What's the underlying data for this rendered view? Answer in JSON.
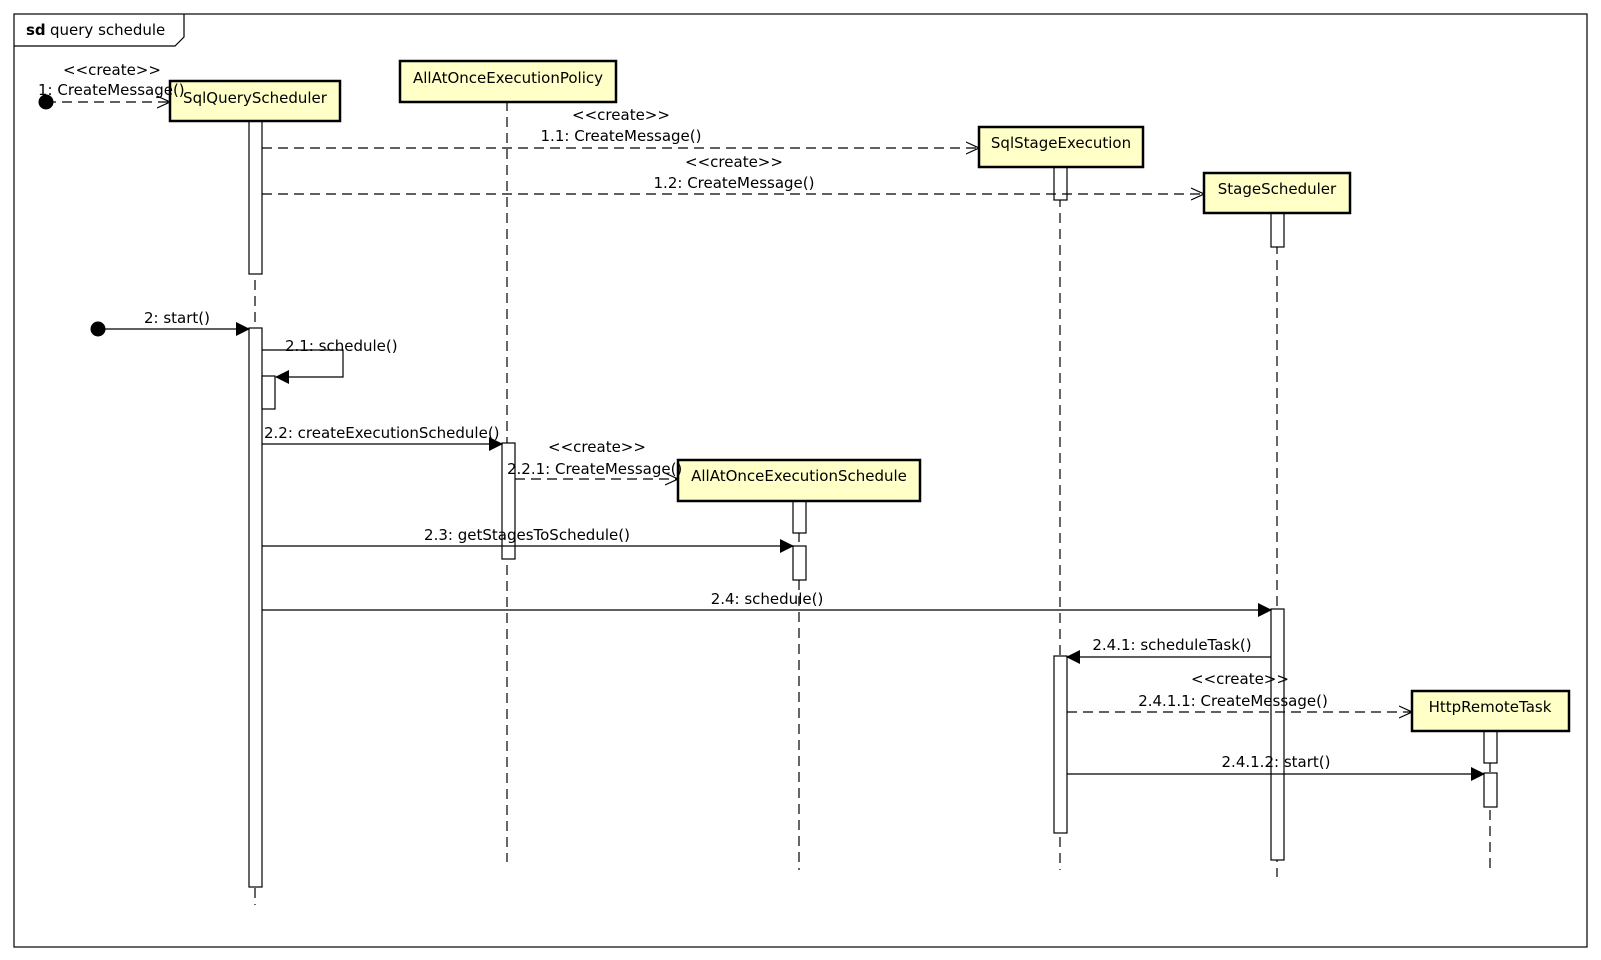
{
  "frame": {
    "keyword": "sd",
    "name": "query schedule"
  },
  "colors": {
    "object_fill": "#ffffc8",
    "stroke": "#000000",
    "activation_fill": "#ffffff"
  },
  "lifelines": [
    {
      "id": "sqs",
      "label": "SqlQueryScheduler"
    },
    {
      "id": "policy",
      "label": "AllAtOnceExecutionPolicy"
    },
    {
      "id": "sse",
      "label": "SqlStageExecution"
    },
    {
      "id": "ss",
      "label": "StageScheduler"
    },
    {
      "id": "sched",
      "label": "AllAtOnceExecutionSchedule"
    },
    {
      "id": "hrt",
      "label": "HttpRemoteTask"
    }
  ],
  "messages": {
    "m1": {
      "stereotype": "<<create>>",
      "label": "1: CreateMessage()"
    },
    "m11": {
      "stereotype": "<<create>>",
      "label": "1.1: CreateMessage()"
    },
    "m12": {
      "stereotype": "<<create>>",
      "label": "1.2: CreateMessage()"
    },
    "m2": {
      "label": "2: start()"
    },
    "m21": {
      "label": "2.1: schedule()"
    },
    "m22": {
      "label": "2.2: createExecutionSchedule()"
    },
    "m221": {
      "stereotype": "<<create>>",
      "label": "2.2.1: CreateMessage()"
    },
    "m23": {
      "label": "2.3: getStagesToSchedule()"
    },
    "m24": {
      "label": "2.4: schedule()"
    },
    "m241": {
      "label": "2.4.1: scheduleTask()"
    },
    "m2411": {
      "stereotype": "<<create>>",
      "label": "2.4.1.1: CreateMessage()"
    },
    "m2412": {
      "label": "2.4.1.2: start()"
    }
  }
}
